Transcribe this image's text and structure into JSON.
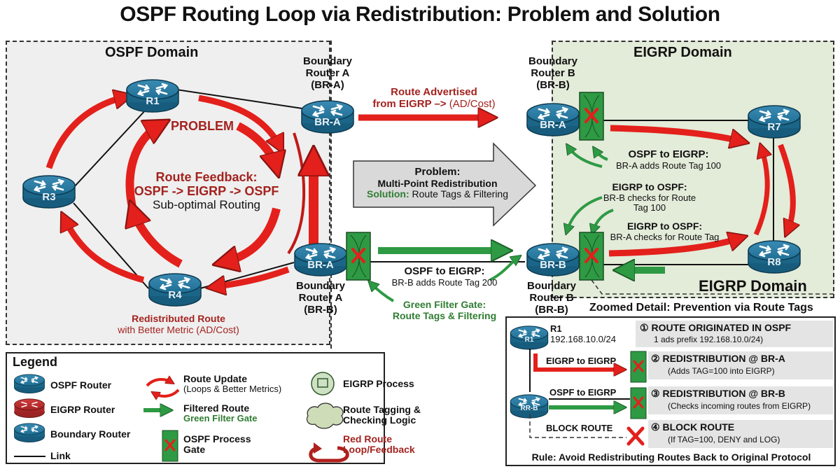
{
  "title": "OSPF Routing Loop via Redistribution: Problem and Solution",
  "colors": {
    "router_blue": "#1f6f94",
    "router_red": "#b3282b",
    "loop_red": "#e3201b",
    "filter_green": "#2e9a44",
    "label_red": "#a3231f",
    "label_green": "#2f7d32",
    "ospf_zone_bg": "#efefef",
    "eigrp_zone_bg": "#e3ebd9"
  },
  "ospf_domain": {
    "title": "OSPF Domain",
    "routers": [
      "R1",
      "R3",
      "R4"
    ],
    "problem_label": "PROBLEM",
    "feedback_title": "Route Feedback:",
    "feedback_path": "OSPF -> EIGRP -> OSPF",
    "feedback_sub": "Sub-optimal Routing",
    "redistributed_title": "Redistributed Route",
    "redistributed_sub": "with Better Metric (AD/Cost)"
  },
  "boundary_top_left": {
    "caption_line1": "Boundary",
    "caption_line2": "Router A",
    "caption_line3": "(BR-A)",
    "router_label": "BR-A"
  },
  "boundary_bottom_left": {
    "caption_line1": "Boundary",
    "caption_line2": "Router A",
    "caption_line3": "(BR-B)",
    "router_label": "BR-A"
  },
  "boundary_top_right": {
    "caption_line1": "Boundary",
    "caption_line2": "Router B",
    "caption_line3": "(BR-B)",
    "router_label": "BR-A"
  },
  "boundary_bottom_right": {
    "caption_line1": "Boundary",
    "caption_line2": "Router B",
    "caption_line3": "(BR-B)",
    "router_label": "BR-B"
  },
  "middle": {
    "advertised_line1": "Route Advertised",
    "advertised_line2_bold": "from EIGRP –>",
    "advertised_line2_rest": " (AD/Cost)",
    "problem_title": "Problem:",
    "problem_sub": "Multi-Point Redistribution",
    "solution_label": "Solution:",
    "solution_text": " Route Tags & Filtering",
    "ospf_to_eigrp_title": "OSPF to EIGRP:",
    "ospf_to_eigrp_text": "BR-B adds Route Tag 200",
    "gate_title": "Green Filter Gate:",
    "gate_sub": "Route Tags & Filtering"
  },
  "eigrp_domain": {
    "title": "EIGRP Domain",
    "title_bottom": "EIGRP Domain",
    "routers": [
      "R7",
      "R8"
    ],
    "note1_title": "OSPF to EIGRP:",
    "note1_text": "BR-A adds Route Tag 100",
    "note2_title": "EIGRP to OSPF:",
    "note2_line1": "BR-B checks for Route",
    "note2_line2": "Tag 100",
    "note3_title": "EIGRP to OSPF:",
    "note3_text": "BR-A checks for Route Tag"
  },
  "detail": {
    "heading": "Zoomed Detail: Prevention via Route Tags",
    "r1_label": "R1",
    "r1_name": "R1",
    "r1_prefix": "192.168.10.0/24",
    "rrb_label": "RR-B",
    "arrow1_label": "EIGRP to EIGRP",
    "arrow2_label": "OSPF to EIGRP",
    "block_label": "BLOCK ROUTE",
    "steps": [
      {
        "num": "①",
        "title": "ROUTE ORIGINATED IN OSPF",
        "desc": "1 ads prefix 192.168.10.0/24)"
      },
      {
        "num": "②",
        "title": "REDISTRIBUTION @ BR-A",
        "desc": "(Adds TAG=100 into EIGRP)"
      },
      {
        "num": "③",
        "title": "REDISTRIBUTION @ BR-B",
        "desc": "(Checks incoming routes from EIGRP)"
      },
      {
        "num": "④",
        "title": "BLOCK ROUTE",
        "desc": "(If TAG=100, DENY and LOG)"
      }
    ],
    "rule": "Rule: Avoid Redistributing Routes Back to Original Protocol"
  },
  "legend": {
    "title": "Legend",
    "items": [
      {
        "icon": "ospf-router-icon",
        "label": "OSPF Router"
      },
      {
        "icon": "eigrp-router-icon",
        "label": "EIGRP Router"
      },
      {
        "icon": "boundary-router-icon",
        "label": "Boundary Router"
      },
      {
        "icon": "link-icon",
        "label": "Link"
      },
      {
        "icon": "route-update-icon",
        "label": "Route Update",
        "sub": "(Loops & Better Metrics)"
      },
      {
        "icon": "filtered-route-icon",
        "label": "Filtered Route",
        "sub": "Green Filter Gate"
      },
      {
        "icon": "process-gate-icon",
        "label": "OSPF Process",
        "sub": "Gate"
      },
      {
        "icon": "eigrp-process-icon",
        "label": "EIGRP Process"
      },
      {
        "icon": "cloud-icon",
        "label": "Route Tagging &",
        "sub": "Checking Logic"
      },
      {
        "icon": "loop-feedback-icon",
        "label": "Red Route",
        "sub": "Loop/Feedback"
      }
    ]
  }
}
